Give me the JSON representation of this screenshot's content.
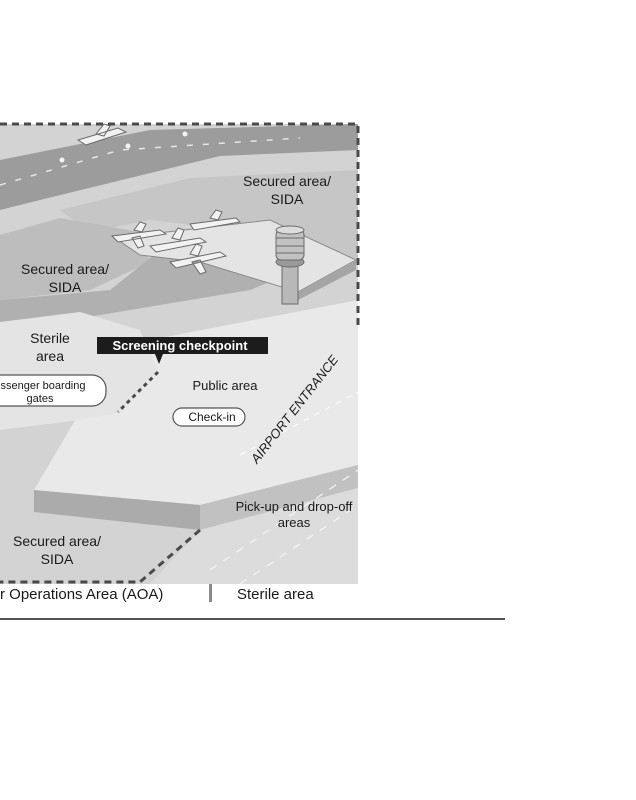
{
  "diagram": {
    "labels": {
      "secured_top_right_line1": "Secured area/",
      "secured_top_right_line2": "SIDA",
      "secured_left_line1": "Secured area/",
      "secured_left_line2": "SIDA",
      "sterile_line1": "Sterile",
      "sterile_line2": "area",
      "screening_checkpoint": "Screening checkpoint",
      "boarding_line1": "ssenger boarding",
      "boarding_line2": "gates",
      "public_area": "Public area",
      "check_in": "Check-in",
      "airport_entrance": "AIRPORT ENTRANCE",
      "pickup_line1": "Pick-up and drop-off",
      "pickup_line2": "areas",
      "secured_bottom_line1": "Secured area/",
      "secured_bottom_line2": "SIDA"
    },
    "legend": {
      "aoa": "r Operations Area (AOA)",
      "sterile": "Sterile area"
    },
    "colors": {
      "ground": "#d6d6d6",
      "runway": "#9a9a9a",
      "taxiway": "#b4b4b4",
      "terminal": "#e9e9e9",
      "terminal_shadow": "#a8a8a8",
      "checkpoint_fill": "#1c1c1c",
      "dashed_border": "#4a4a4a"
    }
  }
}
